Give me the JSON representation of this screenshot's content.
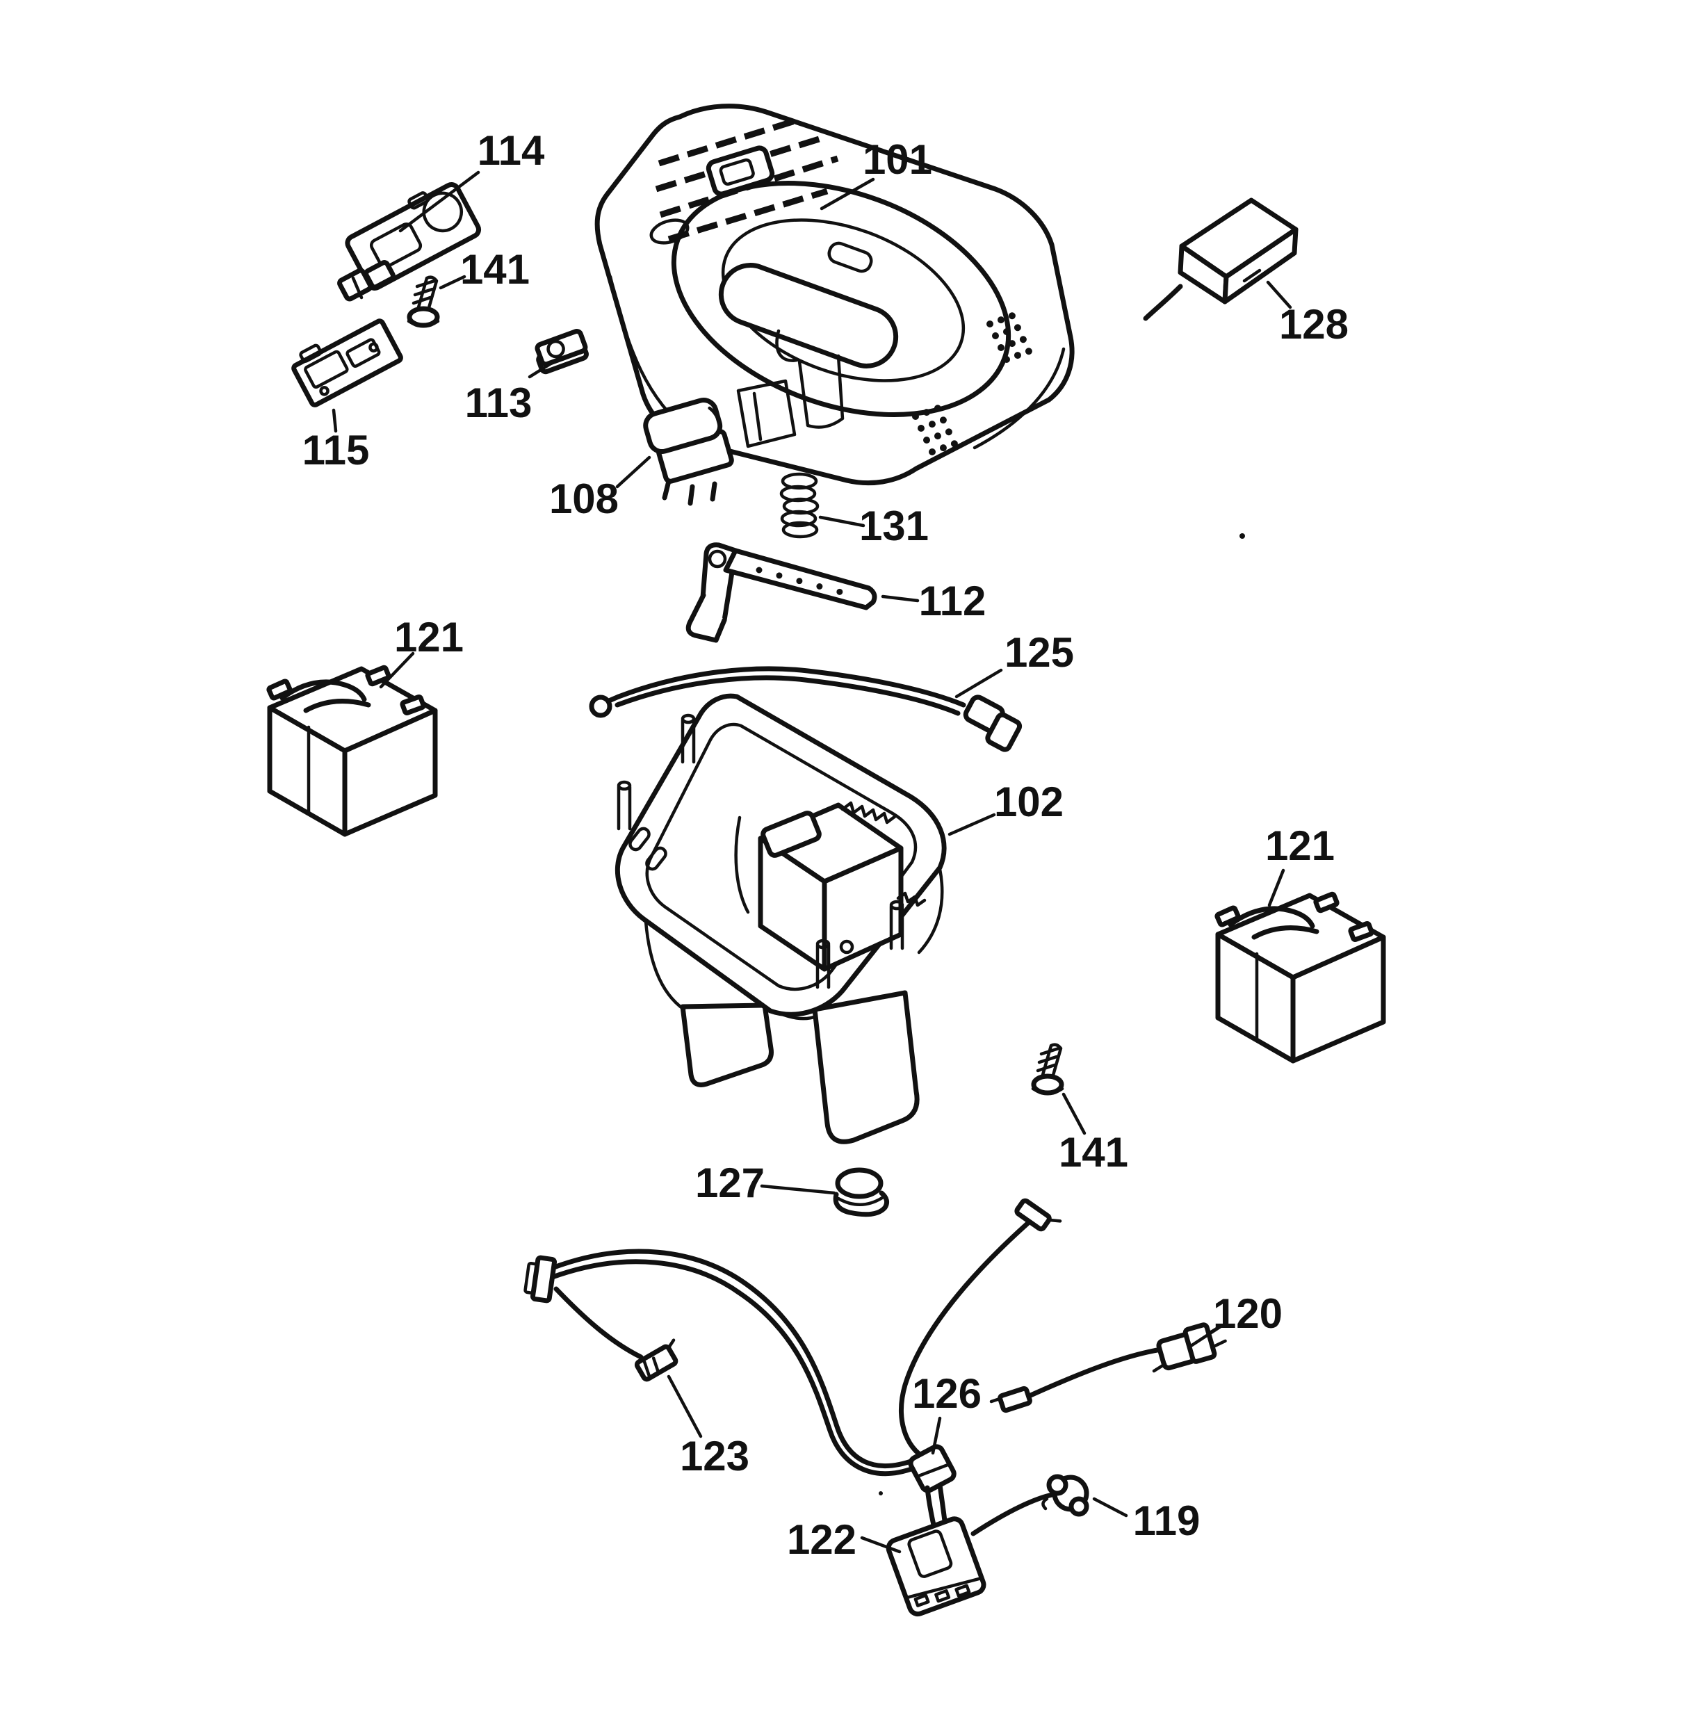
{
  "figure": {
    "type": "exploded-parts-diagram",
    "background_color": "#ffffff",
    "line_color": "#111111",
    "label_color": "#111111"
  },
  "callouts": {
    "c101": "101",
    "c102": "102",
    "c108": "108",
    "c112": "112",
    "c113": "113",
    "c114": "114",
    "c115": "115",
    "c119": "119",
    "c120": "120",
    "c121_left": "121",
    "c121_right": "121",
    "c122": "122",
    "c123": "123",
    "c125": "125",
    "c126": "126",
    "c127": "127",
    "c128": "128",
    "c131": "131",
    "c141_top": "141",
    "c141_bottom": "141"
  },
  "parts": {
    "c101": "top-cover-housing",
    "c102": "base-housing",
    "c108": "rocker-switch",
    "c112": "handle-lever",
    "c113": "push-button",
    "c114": "mounting-bracket",
    "c115": "circuit-board",
    "c119": "wire-grommet",
    "c120": "output-cable",
    "c121_left": "battery",
    "c121_right": "battery",
    "c122": "plug-connector",
    "c123": "wire-harness-connector",
    "c125": "jumper-wire",
    "c126": "inline-connector",
    "c127": "rubber-foot-grommet",
    "c128": "charger-adapter",
    "c131": "spring",
    "c141_top": "screw",
    "c141_bottom": "screw"
  }
}
